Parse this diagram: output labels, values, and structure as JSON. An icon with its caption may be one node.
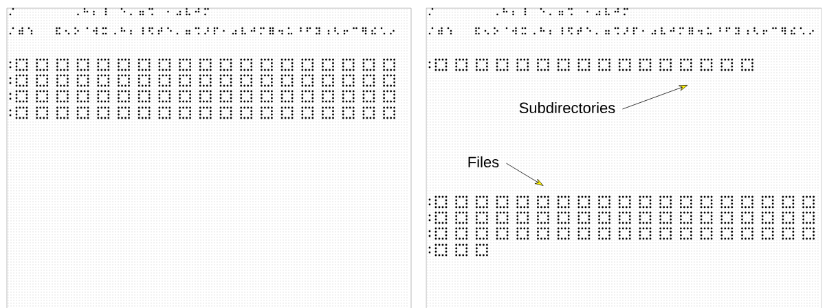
{
  "diagram": {
    "nodes": [
      {
        "text": [
          "Subdirectories"
        ]
      },
      {
        "text": [
          "Files"
        ]
      }
    ],
    "edges": [
      {
        "from": 0,
        "to": null,
        "arrow": "to"
      },
      {
        "from": 1,
        "to": null,
        "arrow": "to"
      }
    ]
  }
}
